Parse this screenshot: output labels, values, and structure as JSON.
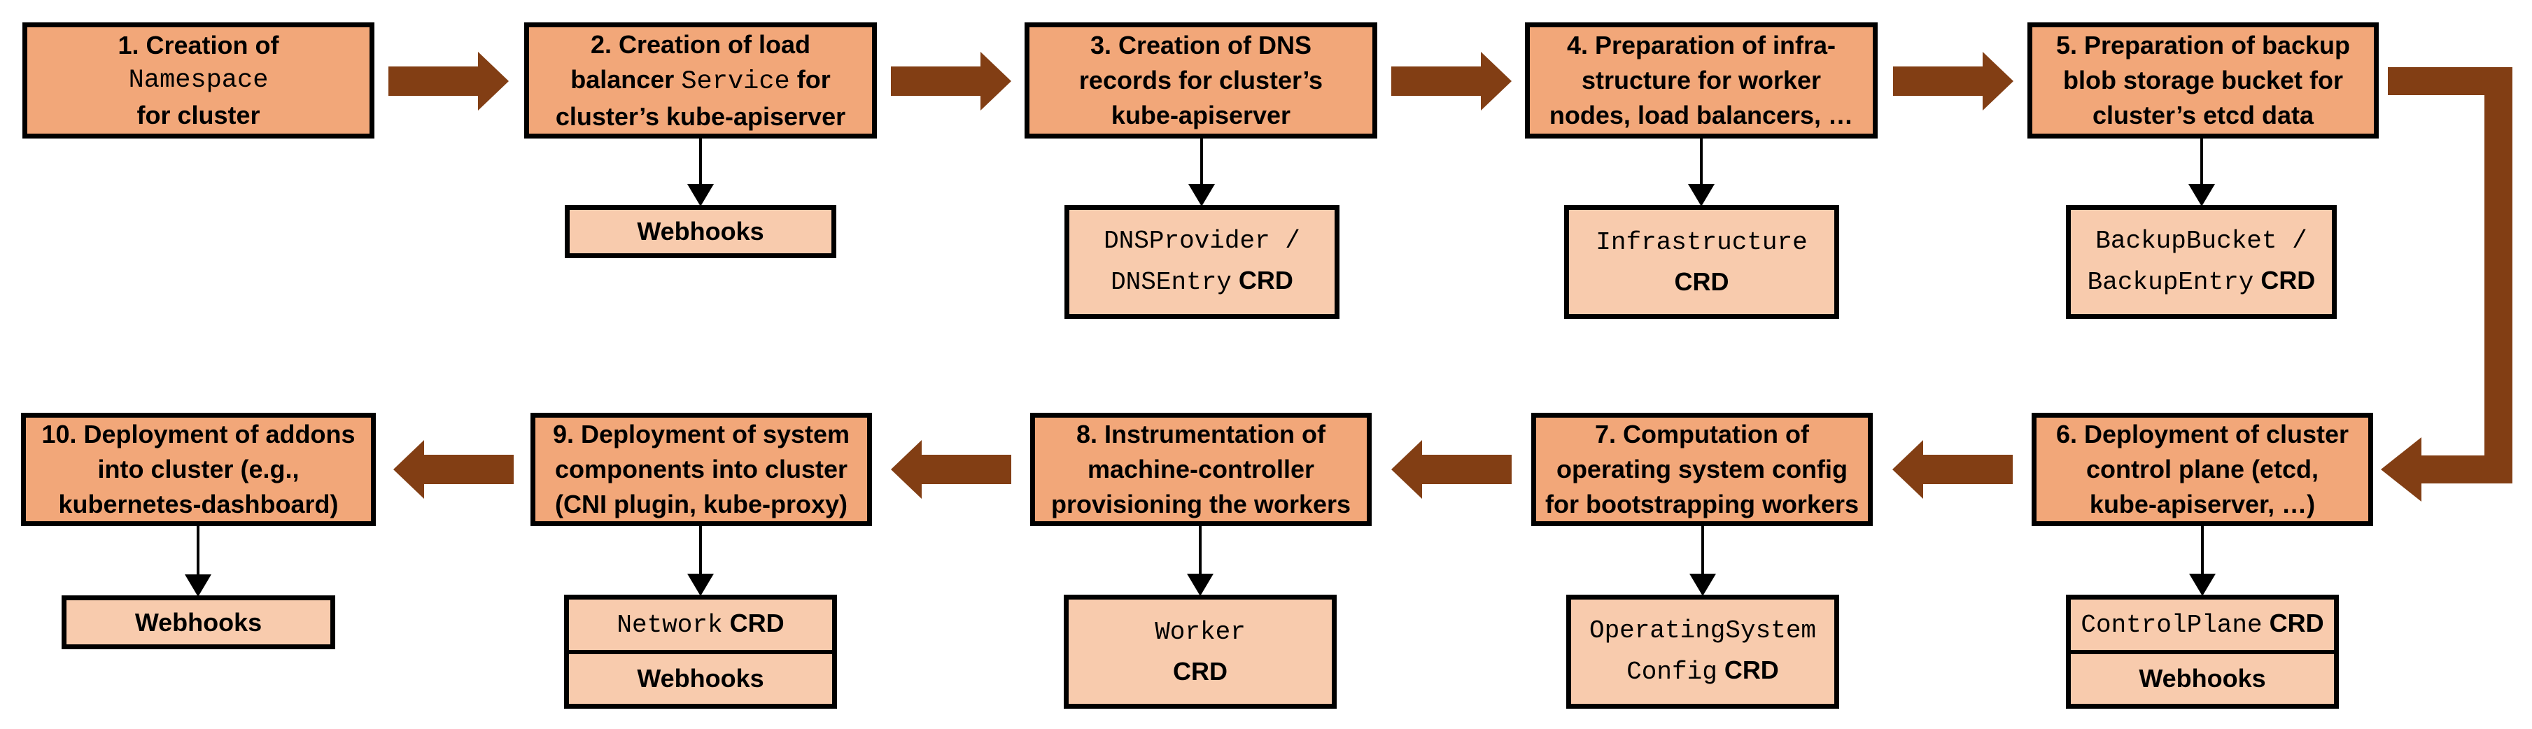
{
  "colors": {
    "step_fill": "#F2A779",
    "sub_fill": "#F8CBAD",
    "arrow_brown": "#823E14",
    "border": "#000000",
    "background": "#FFFFFF"
  },
  "steps": [
    {
      "name": "step-1-create-namespace",
      "lines": [
        [
          {
            "text": "1. Creation of"
          }
        ],
        [
          {
            "text": "Namespace",
            "mono": true
          }
        ],
        [
          {
            "text": "for cluster"
          }
        ]
      ],
      "children": []
    },
    {
      "name": "step-2-create-lb-service",
      "lines": [
        [
          {
            "text": "2. Creation of load"
          }
        ],
        [
          {
            "text": "balancer "
          },
          {
            "text": "Service",
            "mono": true
          },
          {
            "text": " for"
          }
        ],
        [
          {
            "text": "cluster’s kube-apiserver"
          }
        ]
      ],
      "children": [
        {
          "name": "webhooks-box",
          "lines": [
            [
              {
                "text": "Webhooks"
              }
            ]
          ]
        }
      ]
    },
    {
      "name": "step-3-create-dns-records",
      "lines": [
        [
          {
            "text": "3. Creation of DNS"
          }
        ],
        [
          {
            "text": "records for cluster’s"
          }
        ],
        [
          {
            "text": "kube-apiserver"
          }
        ]
      ],
      "children": [
        {
          "name": "dnsprovider-dnsentry-crd-box",
          "lines": [
            [
              {
                "text": "DNSProvider /",
                "mono": true
              }
            ],
            [
              {
                "text": "DNSEntry",
                "mono": true
              },
              {
                "text": " CRD"
              }
            ]
          ]
        }
      ]
    },
    {
      "name": "step-4-prepare-infrastructure",
      "lines": [
        [
          {
            "text": "4. Preparation of infra-"
          }
        ],
        [
          {
            "text": "structure for worker"
          }
        ],
        [
          {
            "text": "nodes, load balancers, …"
          }
        ]
      ],
      "children": [
        {
          "name": "infrastructure-crd-box",
          "lines": [
            [
              {
                "text": "Infrastructure",
                "mono": true
              }
            ],
            [
              {
                "text": "CRD"
              }
            ]
          ]
        }
      ]
    },
    {
      "name": "step-5-prepare-backup-bucket",
      "lines": [
        [
          {
            "text": "5. Preparation of backup"
          }
        ],
        [
          {
            "text": "blob storage bucket for"
          }
        ],
        [
          {
            "text": "cluster’s etcd data"
          }
        ]
      ],
      "children": [
        {
          "name": "backupbucket-backupentry-crd-box",
          "lines": [
            [
              {
                "text": "BackupBucket /",
                "mono": true
              }
            ],
            [
              {
                "text": "BackupEntry",
                "mono": true
              },
              {
                "text": " CRD"
              }
            ]
          ]
        }
      ]
    },
    {
      "name": "step-6-deploy-control-plane",
      "lines": [
        [
          {
            "text": "6. Deployment of cluster"
          }
        ],
        [
          {
            "text": "control plane (etcd,"
          }
        ],
        [
          {
            "text": "kube-apiserver, …)"
          }
        ]
      ],
      "children": [
        {
          "name": "controlplane-crd-box",
          "lines": [
            [
              {
                "text": "ControlPlane",
                "mono": true
              },
              {
                "text": " CRD"
              }
            ]
          ]
        },
        {
          "name": "webhooks-box",
          "lines": [
            [
              {
                "text": "Webhooks"
              }
            ]
          ]
        }
      ]
    },
    {
      "name": "step-7-compute-os-config",
      "lines": [
        [
          {
            "text": "7. Computation of"
          }
        ],
        [
          {
            "text": "operating system config"
          }
        ],
        [
          {
            "text": "for bootstrapping workers"
          }
        ]
      ],
      "children": [
        {
          "name": "operatingsystemconfig-crd-box",
          "lines": [
            [
              {
                "text": "OperatingSystem",
                "mono": true
              }
            ],
            [
              {
                "text": "Config",
                "mono": true
              },
              {
                "text": " CRD"
              }
            ]
          ]
        }
      ]
    },
    {
      "name": "step-8-instrument-machine-controller",
      "lines": [
        [
          {
            "text": "8. Instrumentation of"
          }
        ],
        [
          {
            "text": "machine-controller"
          }
        ],
        [
          {
            "text": "provisioning the workers"
          }
        ]
      ],
      "children": [
        {
          "name": "worker-crd-box",
          "lines": [
            [
              {
                "text": "Worker",
                "mono": true
              }
            ],
            [
              {
                "text": "CRD"
              }
            ]
          ]
        }
      ]
    },
    {
      "name": "step-9-deploy-system-components",
      "lines": [
        [
          {
            "text": "9. Deployment of system"
          }
        ],
        [
          {
            "text": "components into cluster"
          }
        ],
        [
          {
            "text": "(CNI plugin, kube-proxy)"
          }
        ]
      ],
      "children": [
        {
          "name": "network-crd-box",
          "lines": [
            [
              {
                "text": "Network",
                "mono": true
              },
              {
                "text": " CRD"
              }
            ]
          ]
        },
        {
          "name": "webhooks-box",
          "lines": [
            [
              {
                "text": "Webhooks"
              }
            ]
          ]
        }
      ]
    },
    {
      "name": "step-10-deploy-addons",
      "lines": [
        [
          {
            "text": "10. Deployment of addons"
          }
        ],
        [
          {
            "text": "into cluster (e.g.,"
          }
        ],
        [
          {
            "text": "kubernetes-dashboard)"
          }
        ]
      ],
      "children": [
        {
          "name": "webhooks-box",
          "lines": [
            [
              {
                "text": "Webhooks"
              }
            ]
          ]
        }
      ]
    }
  ]
}
